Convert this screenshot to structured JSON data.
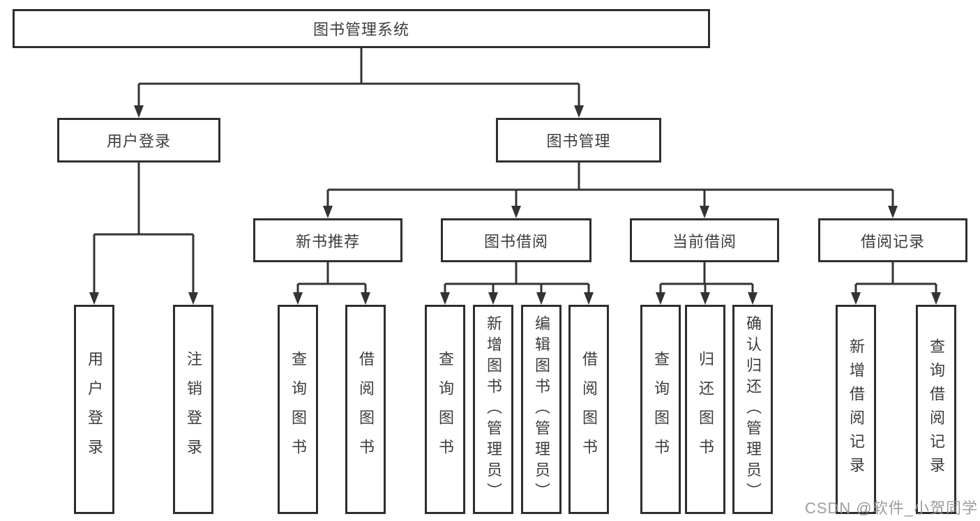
{
  "tree": {
    "root": {
      "label": "图书管理系统"
    },
    "children": [
      {
        "label": "用户登录",
        "children": [
          {
            "label": "用户登录"
          },
          {
            "label": "注销登录"
          }
        ]
      },
      {
        "label": "图书管理",
        "children": [
          {
            "label": "新书推荐",
            "children": [
              {
                "label": "查询图书"
              },
              {
                "label": "借阅图书"
              }
            ]
          },
          {
            "label": "图书借阅",
            "children": [
              {
                "label": "查询图书"
              },
              {
                "label": "新增图书（管理员）"
              },
              {
                "label": "编辑图书（管理员）"
              },
              {
                "label": "借阅图书"
              }
            ]
          },
          {
            "label": "当前借阅",
            "children": [
              {
                "label": "查询图书"
              },
              {
                "label": "归还图书"
              },
              {
                "label": "确认归还（管理员）"
              }
            ]
          },
          {
            "label": "借阅记录",
            "children": [
              {
                "label": "新增借阅记录"
              },
              {
                "label": "查询借阅记录"
              }
            ]
          }
        ]
      }
    ]
  },
  "watermark": {
    "text": "CSDN @软件_小贺同学",
    "color": "#949494"
  },
  "colors": {
    "line": "#333333",
    "box_border": "#2e2e2e",
    "box_fill": "#ffffff",
    "text": "#3c3c3c"
  }
}
